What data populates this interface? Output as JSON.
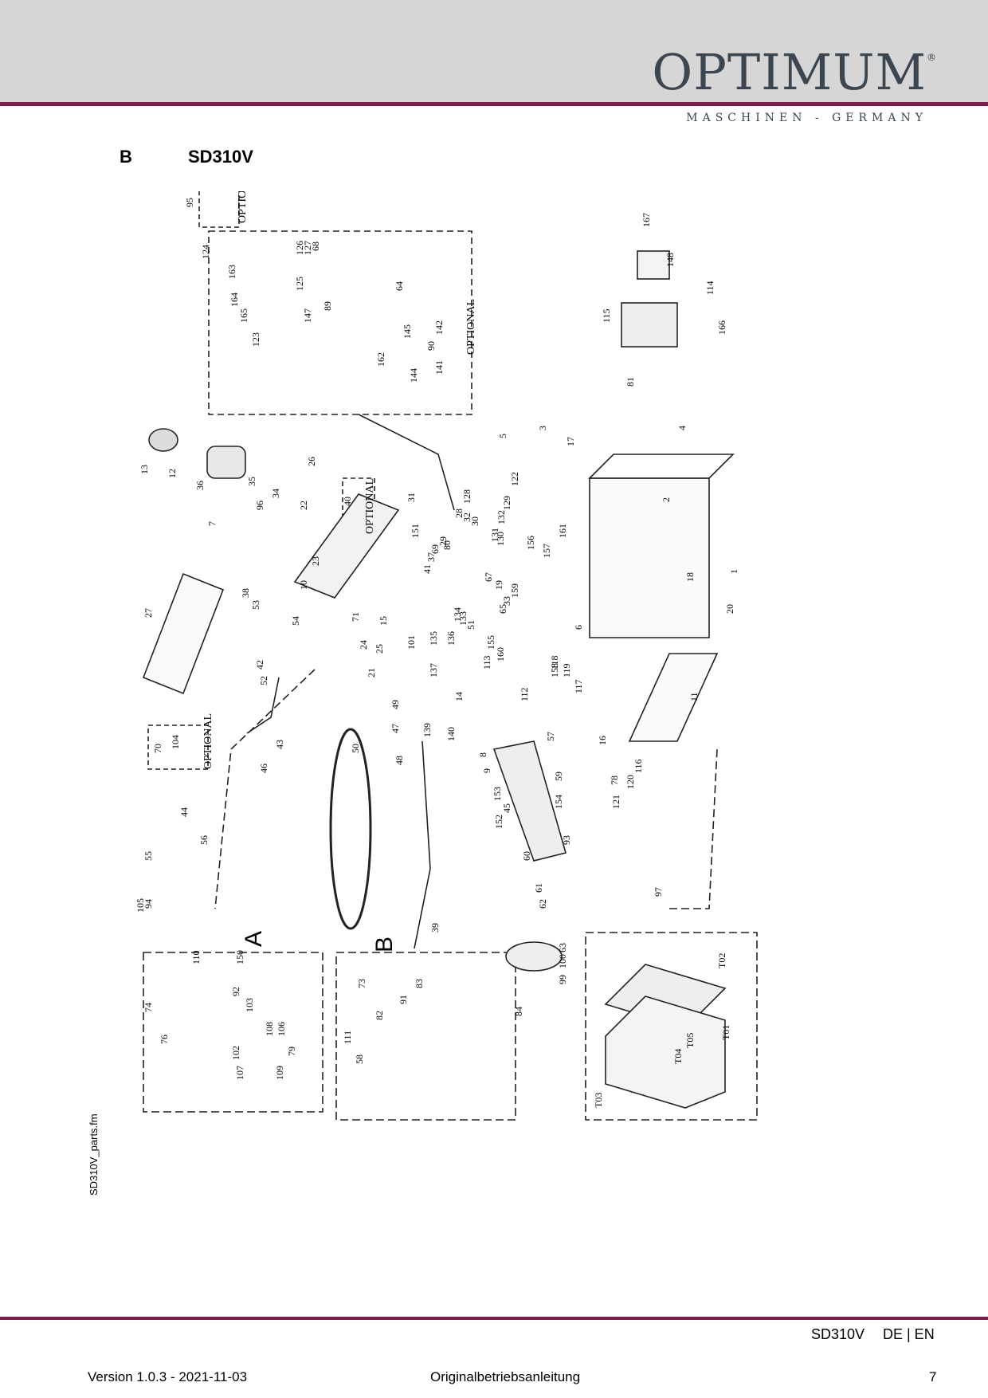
{
  "header": {
    "logo_text": "OPTIMUM",
    "logo_mark": "®",
    "tagline": "MASCHINEN - GERMANY",
    "accent_color": "#7a1f4d",
    "band_color": "#d6d6d6"
  },
  "section": {
    "letter": "B",
    "model": "SD310V"
  },
  "diagram": {
    "optional_text": "OPTIONAL",
    "group_labels": [
      "A",
      "B"
    ],
    "part_numbers": [
      "1",
      "2",
      "3",
      "4",
      "5",
      "6",
      "7",
      "8",
      "9",
      "10",
      "11",
      "12",
      "13",
      "14",
      "15",
      "16",
      "17",
      "18",
      "19",
      "20",
      "21",
      "22",
      "23",
      "24",
      "25",
      "26",
      "27",
      "28",
      "29",
      "30",
      "31",
      "32",
      "33",
      "34",
      "35",
      "36",
      "37",
      "38",
      "39",
      "40",
      "41",
      "42",
      "43",
      "44",
      "45",
      "46",
      "47",
      "48",
      "49",
      "50",
      "51",
      "52",
      "53",
      "54",
      "55",
      "56",
      "57",
      "58",
      "59",
      "60",
      "61",
      "62",
      "63",
      "64",
      "65",
      "67",
      "68",
      "69",
      "70",
      "71",
      "73",
      "74",
      "76",
      "78",
      "79",
      "80",
      "81",
      "82",
      "83",
      "84",
      "89",
      "90",
      "91",
      "92",
      "93",
      "94",
      "95",
      "96",
      "97",
      "99",
      "100",
      "101",
      "102",
      "103",
      "104",
      "105",
      "106",
      "107",
      "108",
      "109",
      "110",
      "111",
      "112",
      "113",
      "114",
      "115",
      "116",
      "117",
      "118",
      "119",
      "120",
      "121",
      "122",
      "123",
      "124",
      "125",
      "126",
      "127",
      "128",
      "129",
      "130",
      "131",
      "132",
      "133",
      "134",
      "135",
      "136",
      "137",
      "139",
      "140",
      "141",
      "142",
      "144",
      "145",
      "147",
      "148",
      "150",
      "151",
      "152",
      "153",
      "154",
      "155",
      "156",
      "157",
      "158",
      "159",
      "160",
      "161",
      "162",
      "163",
      "164",
      "165",
      "166",
      "167",
      "T01",
      "T02",
      "T03",
      "T04",
      "T05"
    ]
  },
  "side_file_label": "SD310V_parts.fm",
  "footer": {
    "model": "SD310V",
    "languages": "DE | EN",
    "version": "Version 1.0.3 - 2021-11-03",
    "document": "Originalbetriebsanleitung",
    "page": "7"
  }
}
